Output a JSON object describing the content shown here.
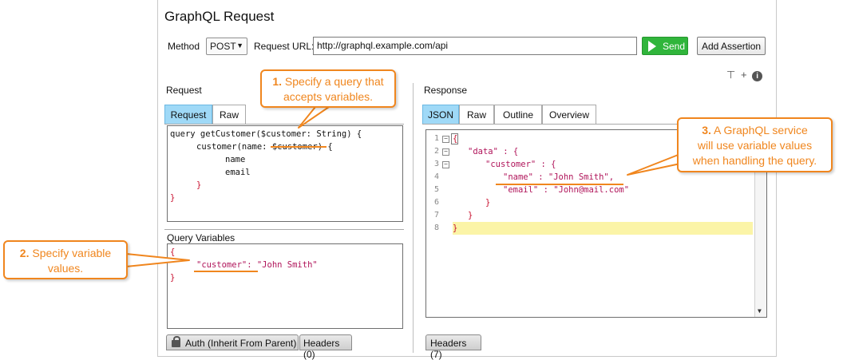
{
  "window": {
    "title": "GraphQL Request"
  },
  "toolbar": {
    "method_label": "Method",
    "method_value": "POST",
    "url_label": "Request URL:",
    "url_value": "http://graphql.example.com/api",
    "send_label": "Send",
    "add_assertion_label": "Add Assertion"
  },
  "request": {
    "section_label": "Request",
    "tabs": [
      {
        "label": "Request",
        "active": true
      },
      {
        "label": "Raw",
        "active": false
      }
    ],
    "query_lines": [
      "query getCustomer($customer: String) {",
      "customer(name: $customer) {",
      "name",
      "email",
      "}",
      "}"
    ],
    "variables_label": "Query Variables",
    "variables_lines": [
      "{",
      "\"customer\": \"John Smith\"",
      "}"
    ],
    "bottom_tabs": [
      "Auth (Inherit From Parent)",
      "Headers (0)"
    ]
  },
  "response": {
    "section_label": "Response",
    "tabs": [
      {
        "label": "JSON",
        "active": true
      },
      {
        "label": "Raw",
        "active": false
      },
      {
        "label": "Outline",
        "active": false
      },
      {
        "label": "Overview",
        "active": false
      }
    ],
    "line_numbers": [
      "1",
      "2",
      "3",
      "4",
      "5",
      "6",
      "7",
      "8"
    ],
    "lines": [
      "{",
      "\"data\" : {",
      "\"customer\" : {",
      "\"name\" : \"John Smith\",",
      "\"email\" : \"John@mail.com\"",
      "}",
      "}",
      "}"
    ],
    "bottom_tabs": [
      "Headers (7)"
    ]
  },
  "callouts": {
    "c1_num": "1.",
    "c1_text_a": "Specify a query that",
    "c1_text_b": "accepts variables.",
    "c2_num": "2.",
    "c2_text_a": "Specify variable",
    "c2_text_b": "values.",
    "c3_num": "3.",
    "c3_text_a": "A GraphQL service",
    "c3_text_b": "will use variable values",
    "c3_text_c": "when handling the query."
  },
  "colors": {
    "accent": "#f0861e",
    "active_tab": "#9fd9f7",
    "send": "#30b53b",
    "string": "#b0145a",
    "highlight": "#fbf4a7"
  }
}
